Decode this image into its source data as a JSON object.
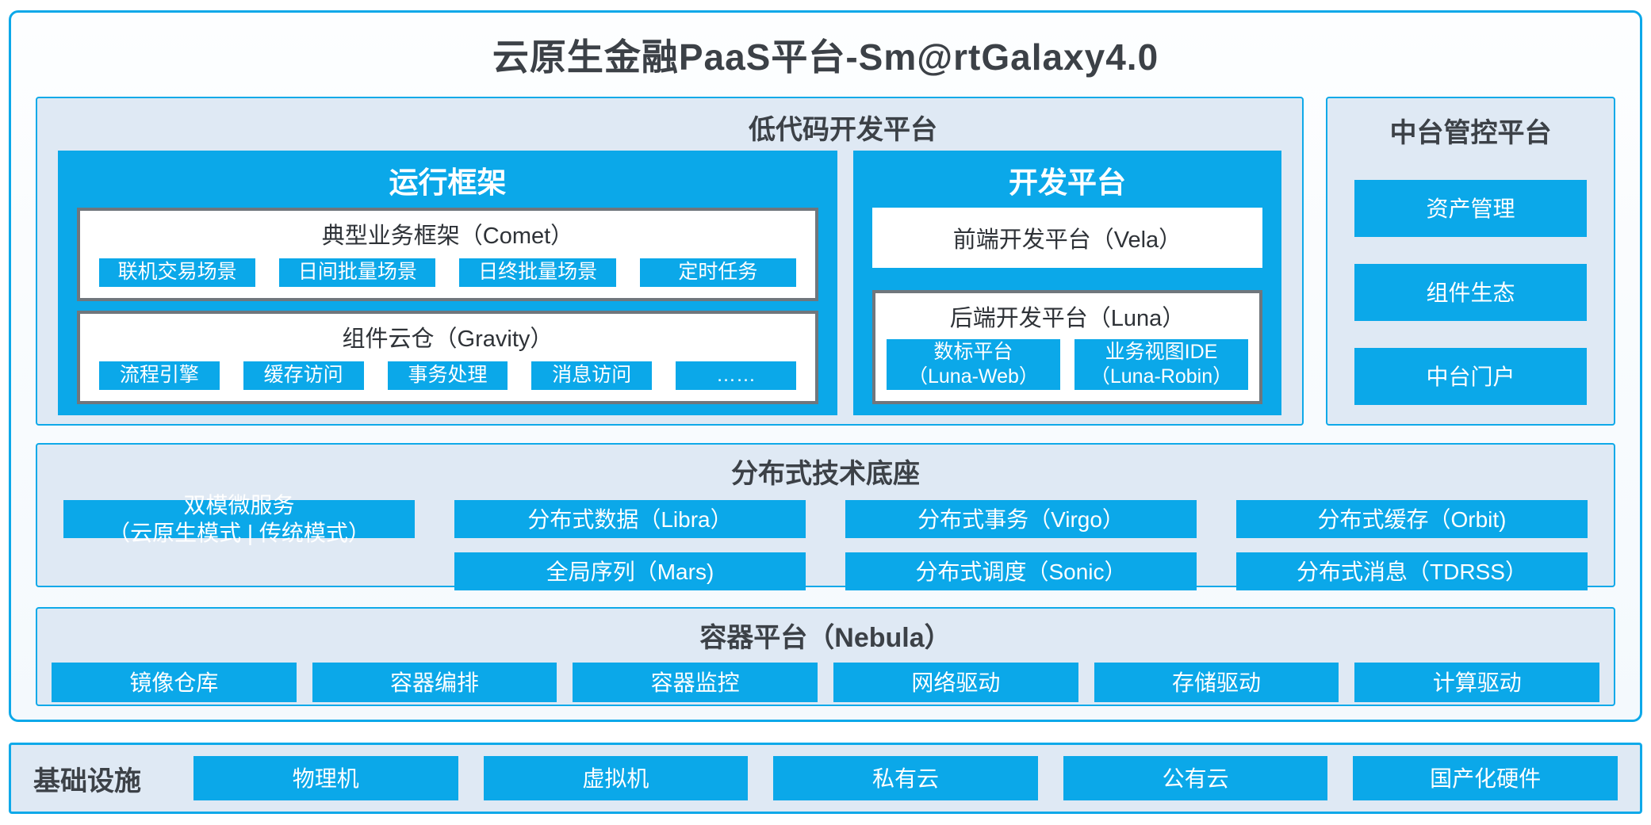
{
  "title": "云原生金融PaaS平台-Sm@rtGalaxy4.0",
  "colors": {
    "primary_blue": "#0BA8E9",
    "cyan_border": "#0FA9E9",
    "light_section_bg": "#DFE9F4",
    "gray_box_border": "#70767C",
    "dark_text": "#3C4147",
    "white_text": "#FFFFFF"
  },
  "lowcode": {
    "title": "低代码开发平台",
    "runtime": {
      "title": "运行框架",
      "comet": {
        "title": "典型业务框架（Comet）",
        "items": [
          "联机交易场景",
          "日间批量场景",
          "日终批量场景",
          "定时任务"
        ]
      },
      "gravity": {
        "title": "组件云仓（Gravity）",
        "items": [
          "流程引擎",
          "缓存访问",
          "事务处理",
          "消息访问",
          "……"
        ]
      }
    },
    "dev": {
      "title": "开发平台",
      "vela": "前端开发平台（Vela）",
      "luna": {
        "title": "后端开发平台（Luna）",
        "items": [
          {
            "line1": "数标平台",
            "line2": "（Luna-Web）"
          },
          {
            "line1": "业务视图IDE",
            "line2": "（Luna-Robin）"
          }
        ]
      }
    }
  },
  "midplatform": {
    "title": "中台管控平台",
    "items": [
      "资产管理",
      "组件生态",
      "中台门户"
    ]
  },
  "distributed": {
    "title": "分布式技术底座",
    "dual_mode": {
      "line1": "双模微服务",
      "line2": "（云原生模式 | 传统模式）"
    },
    "row1": [
      "分布式数据（Libra）",
      "分布式事务（Virgo）",
      "分布式缓存（Orbit)"
    ],
    "row2": [
      "全局序列（Mars)",
      "分布式调度（Sonic）",
      "分布式消息（TDRSS）"
    ]
  },
  "container_platform": {
    "title": "容器平台（Nebula）",
    "items": [
      "镜像仓库",
      "容器编排",
      "容器监控",
      "网络驱动",
      "存储驱动",
      "计算驱动"
    ]
  },
  "infrastructure": {
    "title": "基础设施",
    "items": [
      "物理机",
      "虚拟机",
      "私有云",
      "公有云",
      "国产化硬件"
    ]
  }
}
